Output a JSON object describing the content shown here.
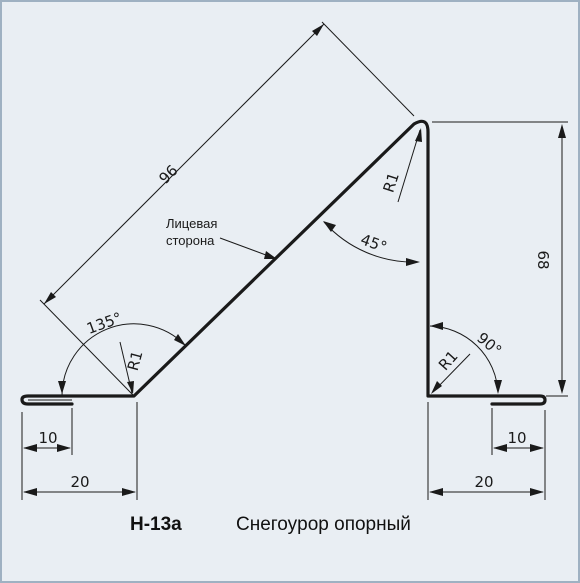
{
  "drawing": {
    "profile_code": "Н-13а",
    "profile_name": "Снегоуpор опорный",
    "face_label_line1": "Лицевая",
    "face_label_line2": "сторона",
    "dims": {
      "slope_length": "96",
      "height": "68",
      "base_left": "20",
      "base_right": "20",
      "fold_left": "10",
      "fold_right": "10"
    },
    "angles": {
      "bottom_left": "135°",
      "top": "45°",
      "bottom_right": "90°"
    },
    "radii": {
      "bottom_left": "R1",
      "top": "R1",
      "bottom_right": "R1"
    }
  },
  "colors": {
    "background": "#e9eef3",
    "border": "#9fb1c2",
    "ink": "#1a1a1a"
  }
}
